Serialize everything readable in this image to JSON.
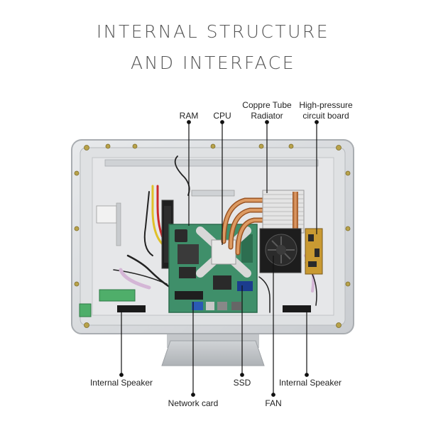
{
  "title": {
    "line1": "INTERNAL STRUCTURE",
    "line2": "AND INTERFACE"
  },
  "labels": {
    "ram": "RAM",
    "cpu": "CPU",
    "radiator_line1": "Coppre Tube",
    "radiator_line2": "Radiator",
    "hp_line1": "High-pressure",
    "hp_line2": "circuit board",
    "speaker_left": "Internal Speaker",
    "network_card": "Network card",
    "ssd": "SSD",
    "fan": "FAN",
    "speaker_right": "Internal Speaker"
  },
  "colors": {
    "title": "#555555",
    "leader_line": "#111111",
    "chassis": "#d9dbdd",
    "motherboard": "#3f8f6a",
    "copper": "#c8793a"
  }
}
